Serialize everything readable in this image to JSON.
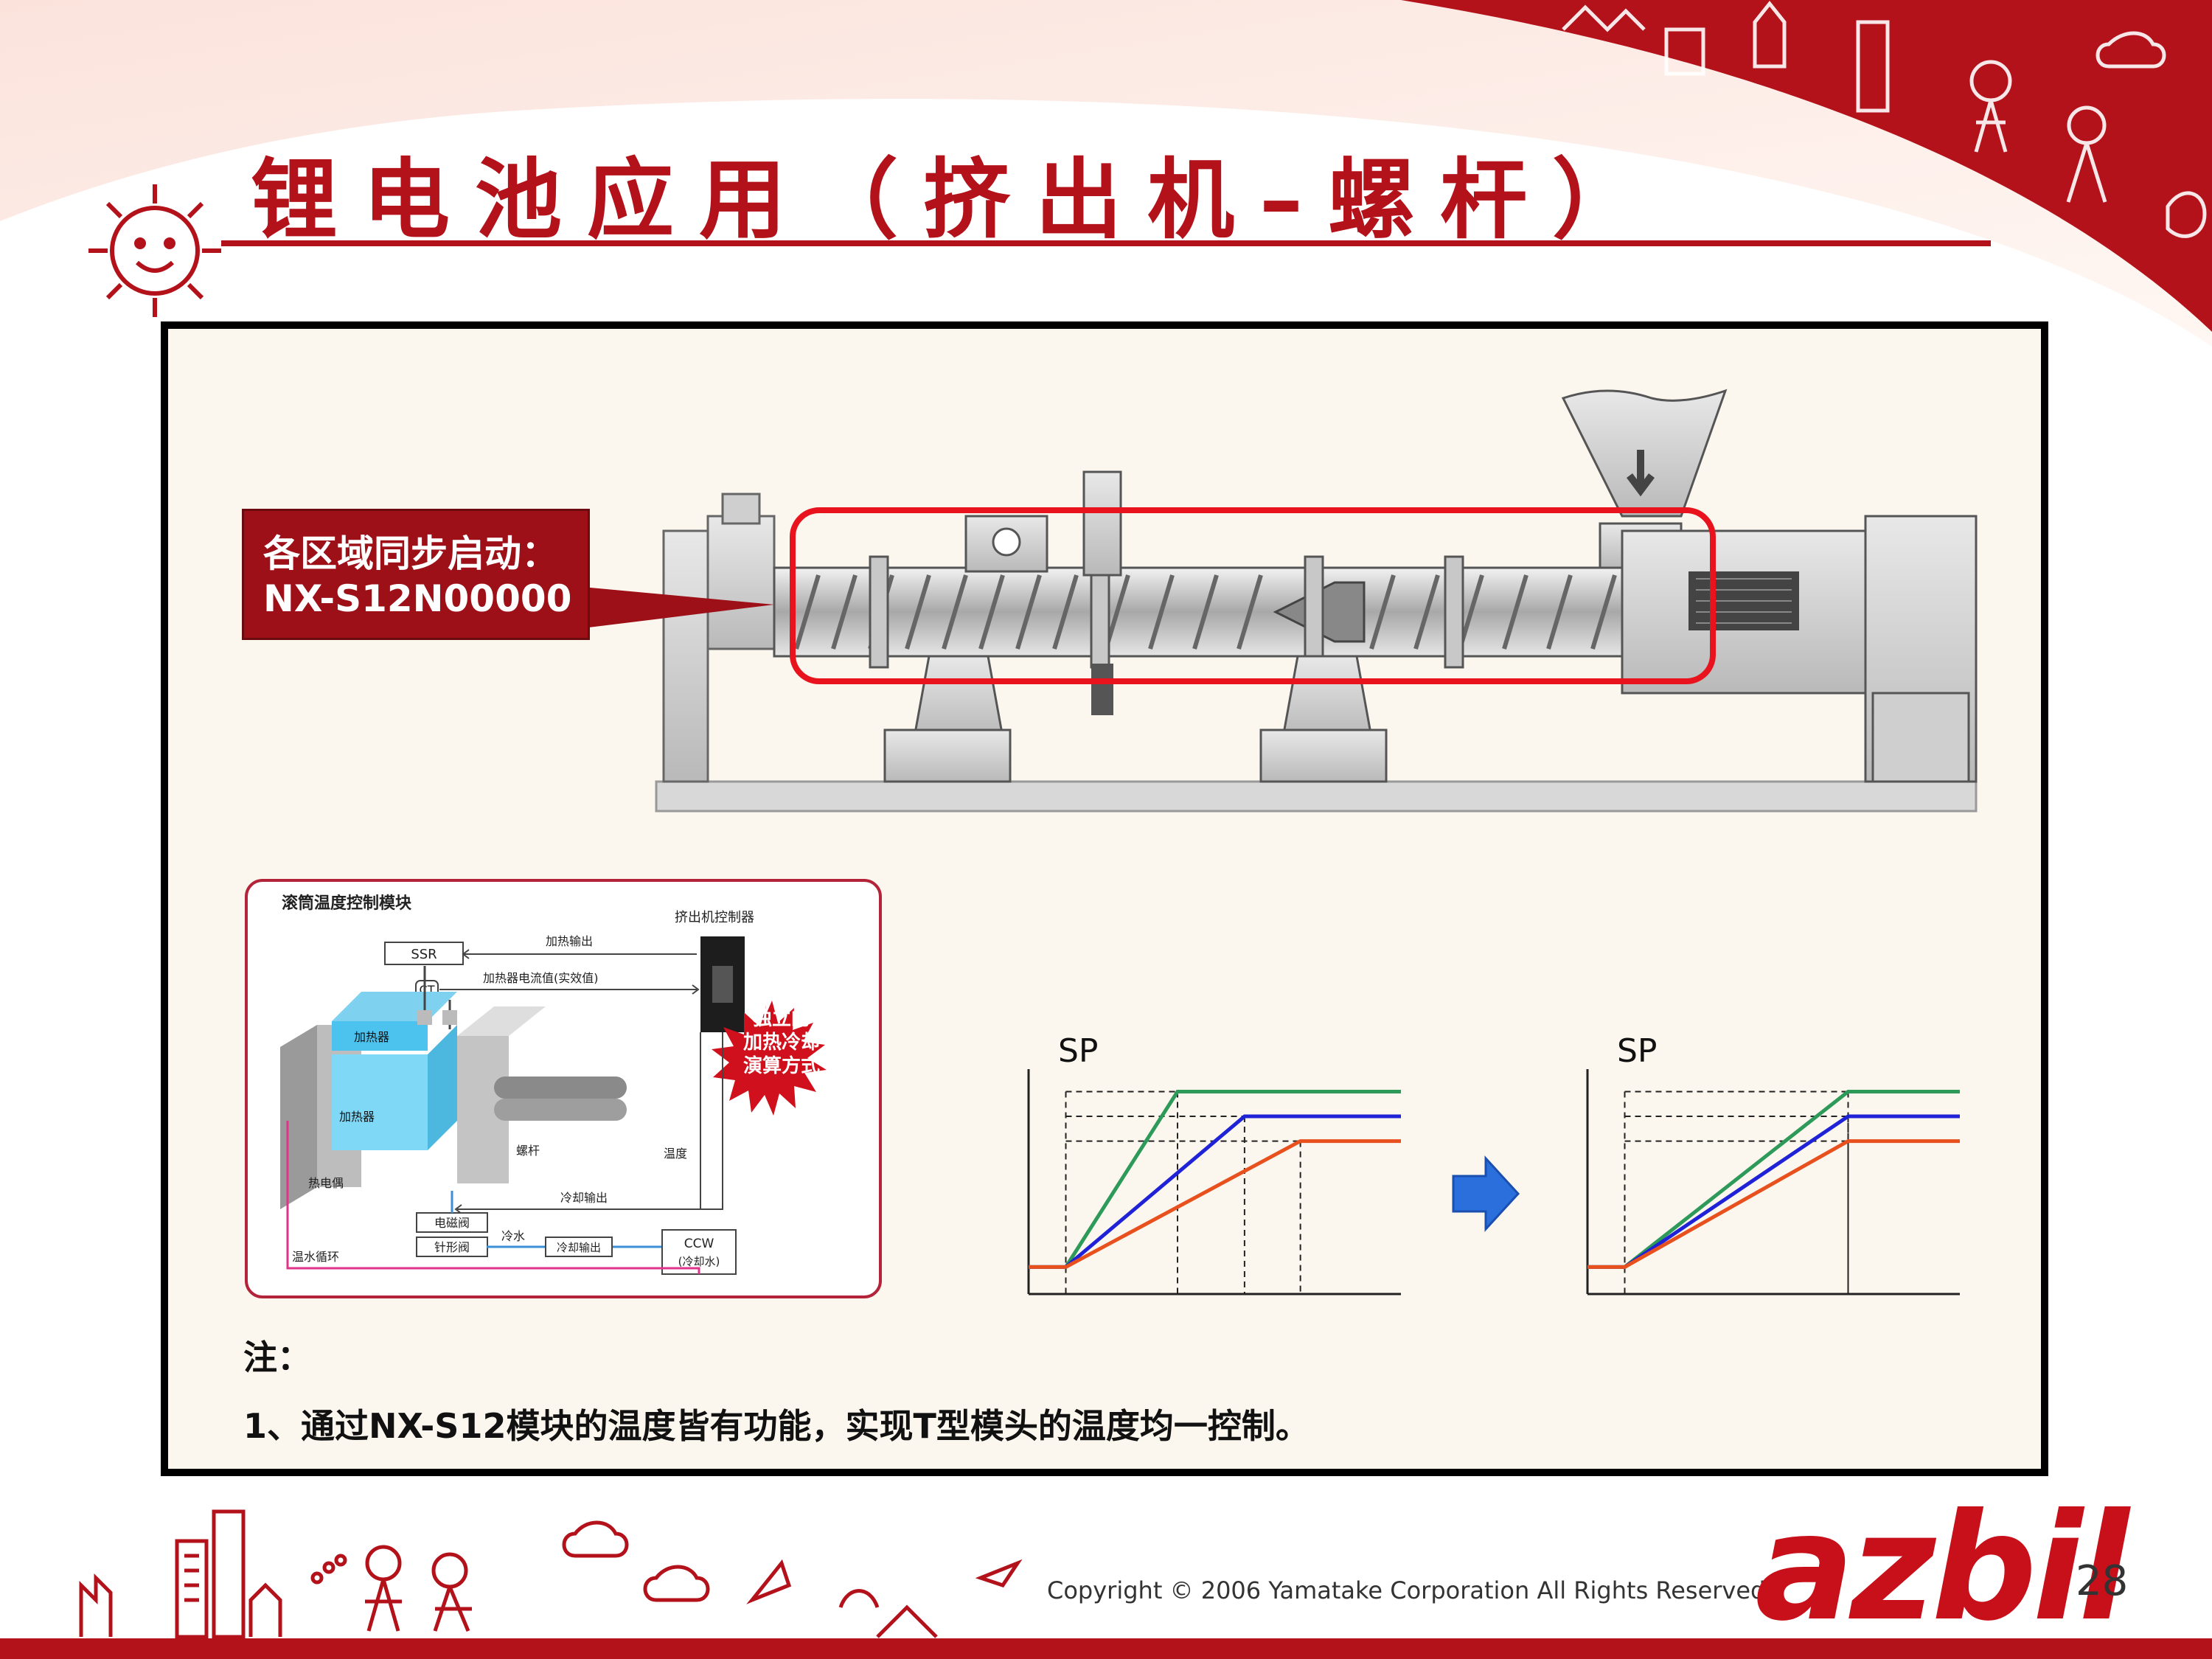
{
  "slide": {
    "title": "锂电池应用（挤出机–螺杆）",
    "page_number": "28"
  },
  "callout": {
    "line1": "各区域同步启动：",
    "line2": "NX-S12N00000"
  },
  "module_diagram": {
    "title": "滚筒温度控制模块",
    "controller_label": "挤出机控制器",
    "ssr": "SSR",
    "ct": "CT",
    "heat_output": "加热输出",
    "heater_current": "加热器电流值(实效值)",
    "starburst": [
      "独立的",
      "加热冷却",
      "演算方式"
    ],
    "heater_top": "加热器",
    "heater_side": "加热器",
    "thermocouple": "热电偶",
    "screw": "螺杆",
    "temperature": "温度",
    "cooling_output_1": "冷却输出",
    "solenoid_valve": "电磁阀",
    "needle_valve": "针形阀",
    "cold_water": "冷水",
    "cooling_output_2": "冷却输出",
    "ccw_1": "CCW",
    "ccw_2": "(冷却水)",
    "warm_water_cycle": "温水循环"
  },
  "charts": {
    "left_label": "SP",
    "right_label": "SP"
  },
  "chart_data": [
    {
      "type": "line",
      "title": "SP",
      "xlabel": "",
      "ylabel": "",
      "grid": false,
      "x_range": [
        0,
        10
      ],
      "y_range": [
        0,
        10
      ],
      "series": [
        {
          "color": "#2e9a5a",
          "x": [
            0,
            1,
            4,
            10
          ],
          "y": [
            1.2,
            1.2,
            9.0,
            9.0
          ]
        },
        {
          "color": "#1f22d6",
          "x": [
            0,
            1,
            5.8,
            10
          ],
          "y": [
            1.2,
            1.2,
            7.9,
            7.9
          ]
        },
        {
          "color": "#e8501e",
          "x": [
            0,
            1,
            7.3,
            10
          ],
          "y": [
            1.2,
            1.2,
            6.8,
            6.8
          ]
        }
      ]
    },
    {
      "type": "line",
      "title": "SP",
      "xlabel": "",
      "ylabel": "",
      "grid": false,
      "x_range": [
        0,
        10
      ],
      "y_range": [
        0,
        10
      ],
      "series": [
        {
          "color": "#2e9a5a",
          "x": [
            0,
            1,
            7,
            10
          ],
          "y": [
            1.2,
            1.2,
            9.0,
            9.0
          ]
        },
        {
          "color": "#1f22d6",
          "x": [
            0,
            1,
            7,
            10
          ],
          "y": [
            1.2,
            1.2,
            7.9,
            7.9
          ]
        },
        {
          "color": "#e8501e",
          "x": [
            0,
            1,
            7,
            10
          ],
          "y": [
            1.2,
            1.2,
            6.8,
            6.8
          ]
        }
      ]
    }
  ],
  "note": {
    "title": "注：",
    "line1": "1、通过NX-S12模块的温度皆有功能，实现T型模头的温度均一控制。"
  },
  "footer": {
    "copyright": "Copyright © 2006 Yamatake Corporation All Rights Reserved.",
    "logo": "azbil"
  },
  "colors": {
    "brand_red": "#b3121b",
    "frame_bg": "#fcf7ee",
    "highlight_red": "#e8131d",
    "arrow_blue": "#2a6fdc"
  }
}
